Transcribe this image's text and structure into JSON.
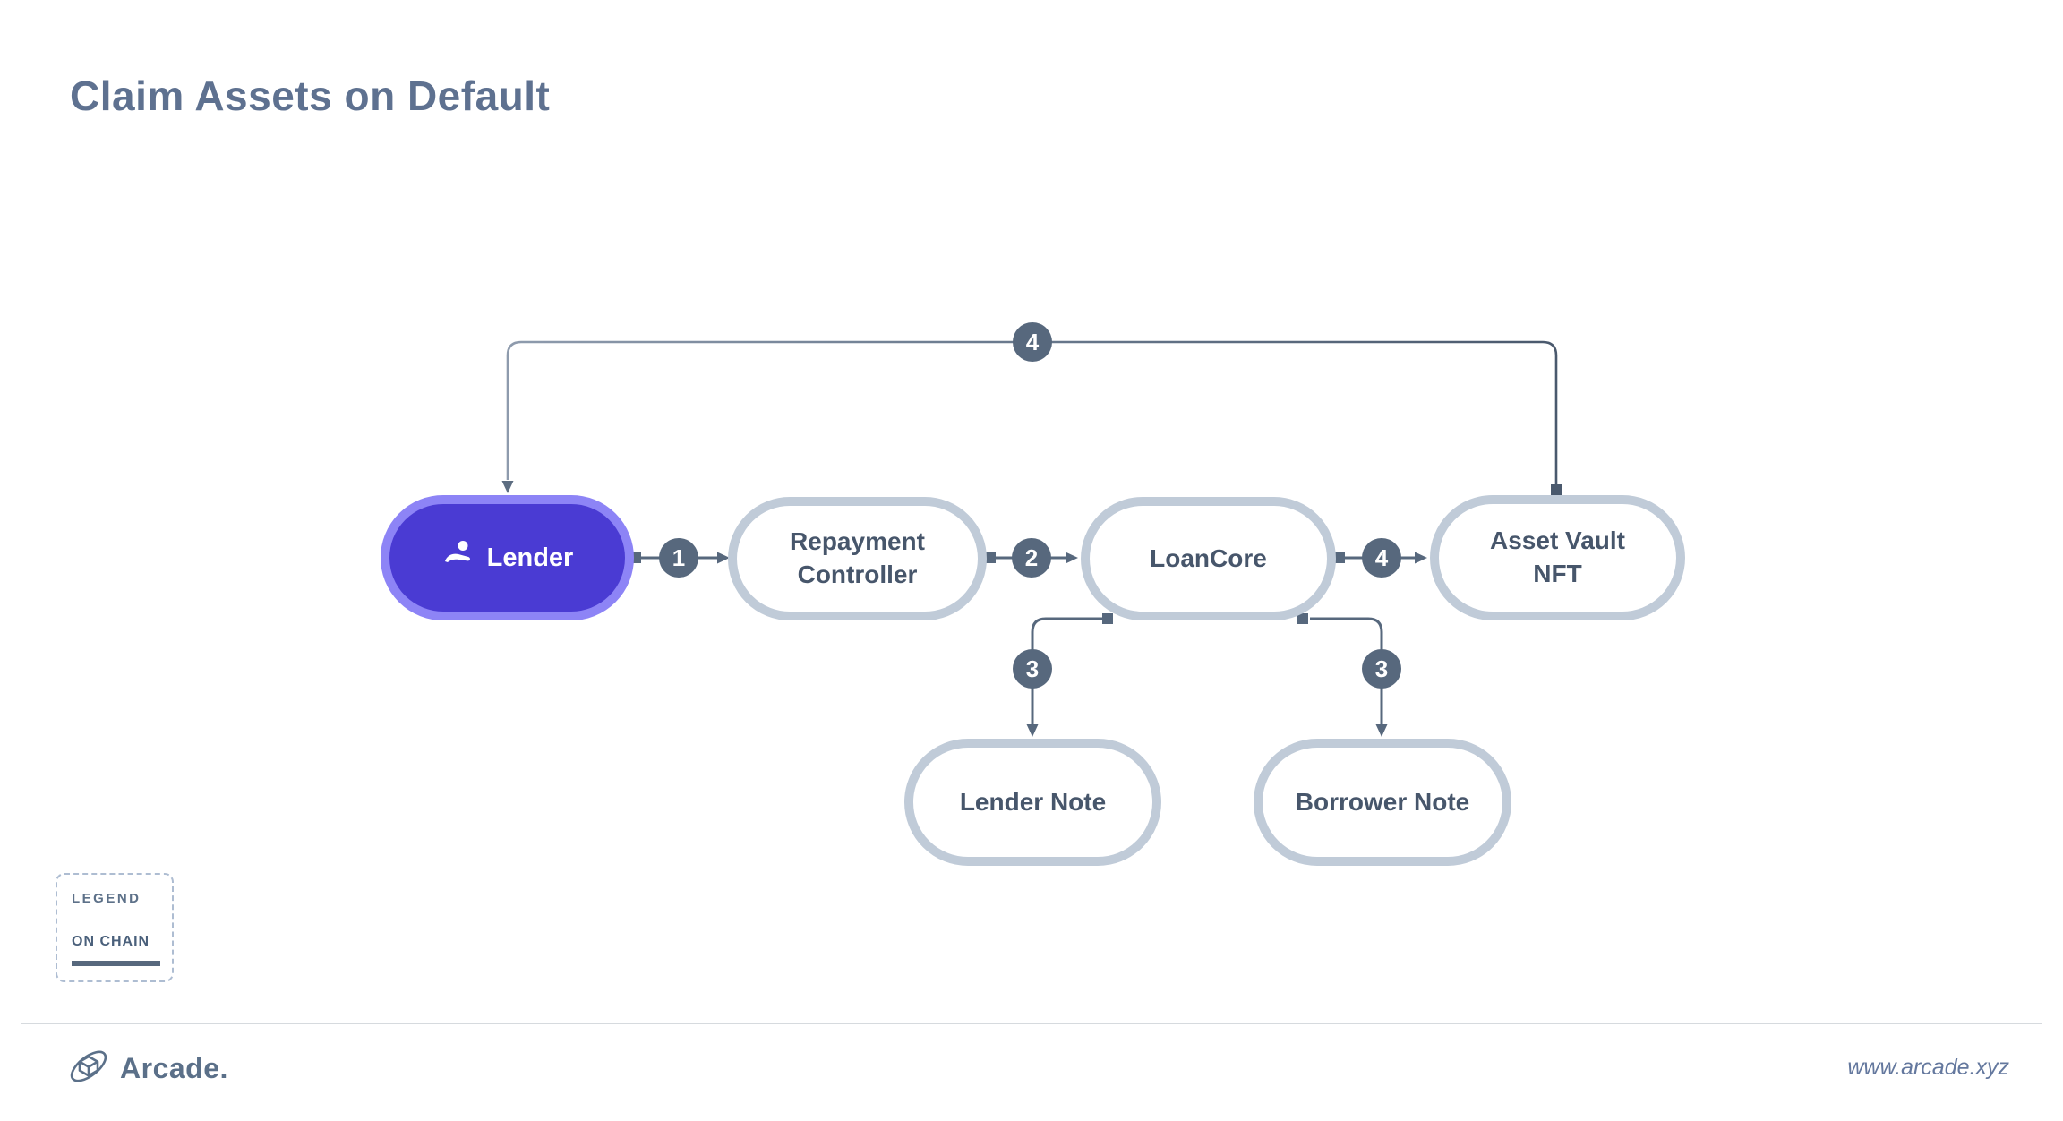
{
  "title": "Claim Assets on Default",
  "nodes": {
    "lender": {
      "label": "Lender"
    },
    "repayment_controller": {
      "line1": "Repayment",
      "line2": "Controller"
    },
    "loancore": {
      "label": "LoanCore"
    },
    "asset_vault": {
      "line1": "Asset Vault",
      "line2": "NFT"
    },
    "lender_note": {
      "label": "Lender Note"
    },
    "borrower_note": {
      "label": "Borrower Note"
    }
  },
  "badges": {
    "step1": "1",
    "step2": "2",
    "step3_left": "3",
    "step3_right": "3",
    "step4_top": "4",
    "step4_right": "4"
  },
  "legend": {
    "title": "LEGEND",
    "on_chain": "ON CHAIN"
  },
  "footer": {
    "brand": "Arcade.",
    "url": "www.arcade.xyz"
  },
  "colors": {
    "accent_purple_fill": "#4a3bd3",
    "accent_purple_border": "#8d84f6",
    "slate_connector": "#57687d",
    "node_border_gray": "#c0cbd8",
    "node_text": "#47566b",
    "title_text": "#5e7190",
    "legend_dash_border": "#aebdd2",
    "footer_brand": "#5b7089"
  }
}
